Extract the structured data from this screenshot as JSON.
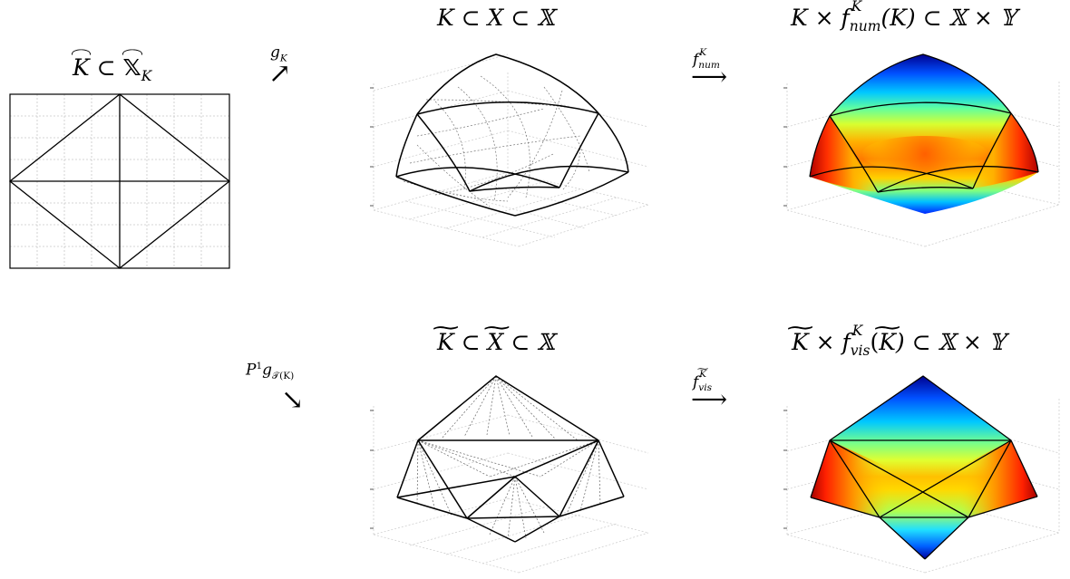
{
  "labels": {
    "ref_title": {
      "a": "K",
      "subset": "⊂",
      "b": "𝕏",
      "sub": "K"
    },
    "top_mid": {
      "text": "K ⊂ X ⊂ 𝕏"
    },
    "top_right": {
      "a": "K × f",
      "sub": "num",
      "sup": "K",
      "b": "(K) ⊂ 𝕏 × 𝕐"
    },
    "bot_mid": {
      "a": "K",
      "b": "⊂",
      "c": "X",
      "d": "⊂ 𝕏"
    },
    "bot_right": {
      "a": "K",
      "b": "× f",
      "sub": "vis",
      "sup": "K",
      "c": "(",
      "d": "K",
      "e": ") ⊂ 𝕏 × 𝕐"
    },
    "map_gk": {
      "g": "g",
      "sub": "K",
      "arrow": "↗"
    },
    "map_fnum": {
      "f": "f",
      "sub": "num",
      "sup": "K",
      "arrow": "⟶"
    },
    "map_p1": {
      "p": "P",
      "sup": "1",
      "g": "g",
      "sub": "𝒯(K)",
      "arrow": "↘"
    },
    "map_fvis": {
      "f": "f",
      "sub": "vis",
      "sup": "K",
      "arrow": "⟶"
    }
  },
  "colors": {
    "line": "#000000",
    "grid": "#c8c8c8",
    "colormap": [
      "#00008f",
      "#0040ff",
      "#00c0ff",
      "#40ffbf",
      "#bfff40",
      "#ffcc00",
      "#ff6000",
      "#c00000",
      "#800000"
    ]
  }
}
